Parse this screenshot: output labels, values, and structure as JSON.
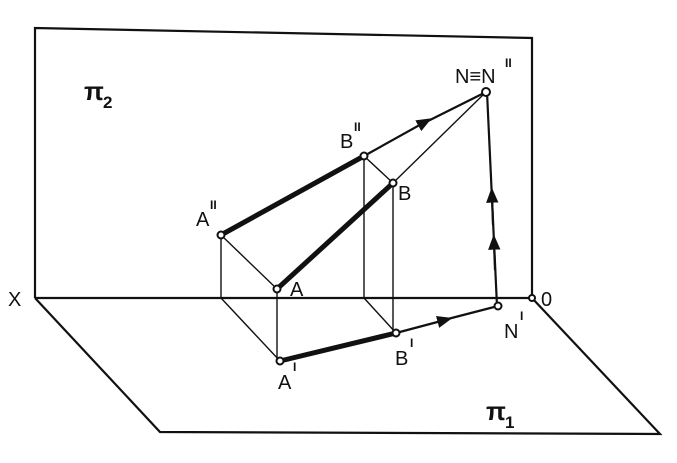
{
  "labels": {
    "pi2": "π",
    "pi2_sub": "2",
    "pi1": "π",
    "pi1_sub": "1",
    "x_axis": "X",
    "origin": "0",
    "A": "A",
    "A2": "A",
    "A2_sup": "II",
    "A1": "A",
    "A1_sup": "I",
    "B": "B",
    "B2": "B",
    "B2_sup": "II",
    "B1": "B",
    "B1_sup": "I",
    "N": "N≡N",
    "N_sup": "II",
    "N1": "N",
    "N1_sup": "I"
  }
}
